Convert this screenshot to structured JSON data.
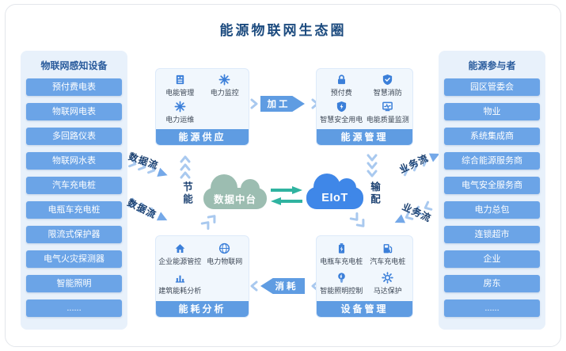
{
  "title": "能源物联网生态圈",
  "left_panel": {
    "title": "物联网感知设备",
    "items": [
      "预付费电表",
      "物联网电表",
      "多回路仪表",
      "物联网水表",
      "汽车充电桩",
      "电瓶车充电桩",
      "限流式保护器",
      "电气火灾探测器",
      "智能照明",
      "......"
    ]
  },
  "right_panel": {
    "title": "能源参与者",
    "items": [
      "园区管委会",
      "物业",
      "系统集成商",
      "综合能源服务商",
      "电气安全服务商",
      "电力总包",
      "连锁超市",
      "企业",
      "房东",
      "......"
    ]
  },
  "boxes": [
    {
      "id": "energy-supply",
      "label": "能源供应",
      "items": [
        {
          "icon": "meter",
          "label": "电能管理"
        },
        {
          "icon": "spark",
          "label": "电力监控"
        },
        {
          "icon": "spark",
          "label": "电力运维"
        }
      ]
    },
    {
      "id": "energy-management",
      "label": "能源管理",
      "items": [
        {
          "icon": "lock",
          "label": "预付费"
        },
        {
          "icon": "shield",
          "label": "智慧消防"
        },
        {
          "icon": "shield-bolt",
          "label": "智慧安全用电"
        },
        {
          "icon": "gauge",
          "label": "电能质量监测"
        }
      ]
    },
    {
      "id": "energy-analysis",
      "label": "能耗分析",
      "items": [
        {
          "icon": "home",
          "label": "企业能源管控"
        },
        {
          "icon": "globe",
          "label": "电力物联网"
        },
        {
          "icon": "chart",
          "label": "建筑能耗分析"
        }
      ]
    },
    {
      "id": "device-management",
      "label": "设备管理",
      "items": [
        {
          "icon": "battery",
          "label": "电瓶车充电桩"
        },
        {
          "icon": "pump",
          "label": "汽车充电桩"
        },
        {
          "icon": "bulb",
          "label": "智能照明控制"
        },
        {
          "icon": "gear",
          "label": "马达保护"
        }
      ]
    }
  ],
  "clouds": {
    "data_platform": "数据中台",
    "eiot": "EIoT"
  },
  "flow_labels": {
    "processing": "加工",
    "consumption": "消耗",
    "energy_saving": "节能",
    "distribution": "输配",
    "data_flow_top": "数据流",
    "data_flow_bottom": "数据流",
    "business_flow_top": "业务流",
    "business_flow_bottom": "业务流"
  },
  "colors": {
    "navy": "#1b4a7e",
    "panel_bg": "#e8f1fb",
    "pill_blue": "#6ba4e7",
    "bar_blue": "#5f9ce2",
    "icon_blue": "#3b7fd9",
    "chevron_blue": "#a9c9ef",
    "cloud_green": "#9cbdb1",
    "eiot_blue": "#3f87e8",
    "teal": "#2fb3a0"
  }
}
